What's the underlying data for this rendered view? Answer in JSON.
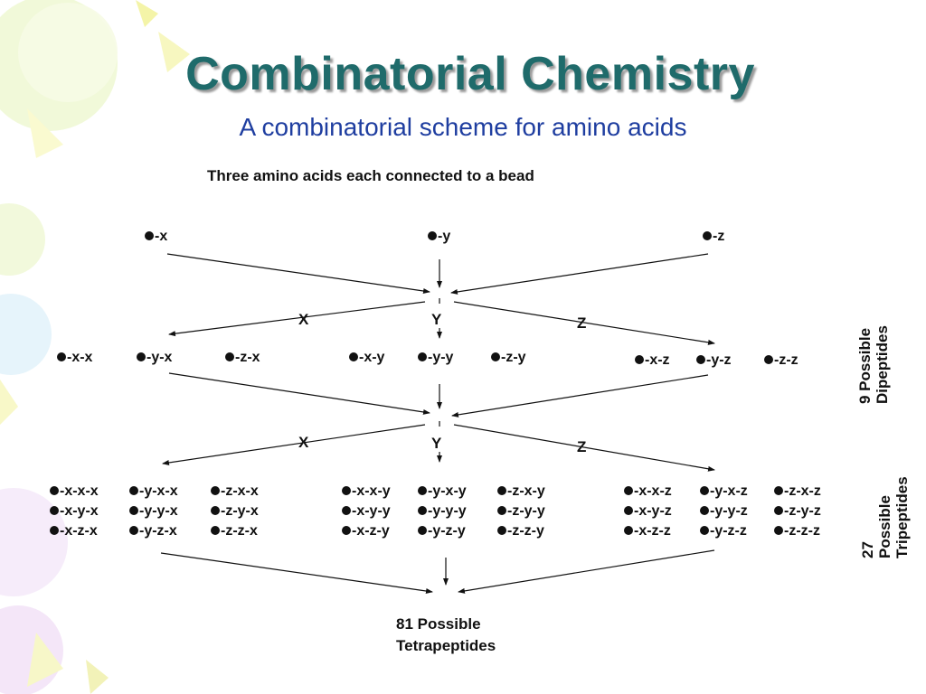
{
  "slide": {
    "title": "Combinatorial Chemistry",
    "subtitle": "A combinatorial scheme for amino acids",
    "colors": {
      "title": "#1f6b6b",
      "subtitle": "#1f3ea0"
    }
  },
  "diagram": {
    "heading": "Three amino acids each connected to a bead",
    "bead_icon": "filled-circle",
    "monomers": [
      "-x",
      "-y",
      "-z"
    ],
    "branch_labels": [
      "X",
      "Y",
      "Z"
    ],
    "dipeptides": {
      "x_group": [
        "-x-x",
        "-y-x",
        "-z-x"
      ],
      "y_group": [
        "-x-y",
        "-y-y",
        "-z-y"
      ],
      "z_group": [
        "-x-z",
        "-y-z",
        "-z-z"
      ]
    },
    "tripeptides": {
      "x_group": [
        [
          "-x-x-x",
          "-y-x-x",
          "-z-x-x"
        ],
        [
          "-x-y-x",
          "-y-y-x",
          "-z-y-x"
        ],
        [
          "-x-z-x",
          "-y-z-x",
          "-z-z-x"
        ]
      ],
      "y_group": [
        [
          "-x-x-y",
          "-y-x-y",
          "-z-x-y"
        ],
        [
          "-x-y-y",
          "-y-y-y",
          "-z-y-y"
        ],
        [
          "-x-z-y",
          "-y-z-y",
          "-z-z-y"
        ]
      ],
      "z_group": [
        [
          "-x-x-z",
          "-y-x-z",
          "-z-x-z"
        ],
        [
          "-x-y-z",
          "-y-y-z",
          "-z-y-z"
        ],
        [
          "-x-z-z",
          "-y-z-z",
          "-z-z-z"
        ]
      ]
    },
    "side_label_dipeptides": [
      "9 Possible",
      "Dipeptides"
    ],
    "side_label_tripeptides": [
      "27 Possible",
      "Tripeptides"
    ],
    "result_label": [
      "81 Possible",
      "Tetrapeptides"
    ]
  }
}
